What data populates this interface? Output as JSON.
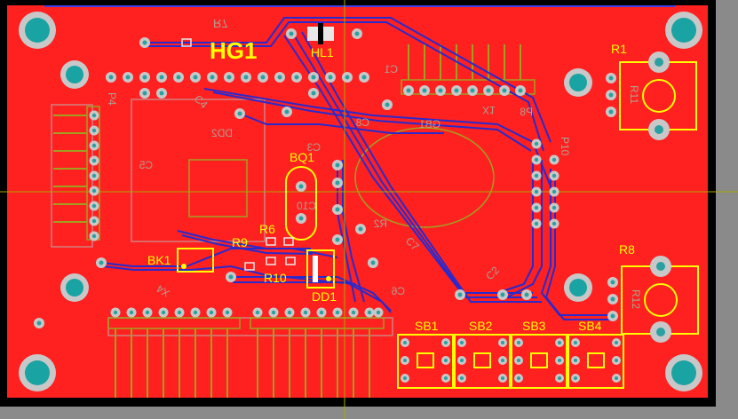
{
  "board": {
    "colors": {
      "background": "#000000",
      "frame": "#8a8a8a",
      "copper": "#ff2020",
      "pad": "#c8c8c8",
      "pad_hole": "#2aa0a0",
      "mount_hole": "#1aa3a3",
      "trace_bottom": "#2a2acc",
      "silkscreen_top": "#ffff00",
      "silkscreen_bottom": "#b0a090",
      "component_outline": "#a0a020",
      "crosshair": "#a8a800"
    },
    "title_label": "HG1",
    "labels_top": {
      "hl1": "HL1",
      "bq1": "BQ1",
      "r1": "R1",
      "r8": "R8",
      "bk1": "BK1",
      "r9": "R9",
      "r6": "R6",
      "r10": "R10",
      "dd1": "DD1",
      "sb1": "SB1",
      "sb2": "SB2",
      "sb3": "SB3",
      "sb4": "SB4"
    },
    "labels_bottom": {
      "r7": "R7",
      "p4": "P4",
      "c1": "C1",
      "x1": "X1",
      "c4": "C4",
      "dd2": "DD2",
      "c5": "C5",
      "c3": "C3",
      "c8": "C8",
      "gb1": "GB1",
      "c10": "C10",
      "r2": "R2",
      "c7": "C7",
      "x4": "X4",
      "c6": "C6",
      "p8": "P8",
      "p10": "P10",
      "r11": "R11",
      "r12": "R12",
      "c2": "C2"
    }
  }
}
